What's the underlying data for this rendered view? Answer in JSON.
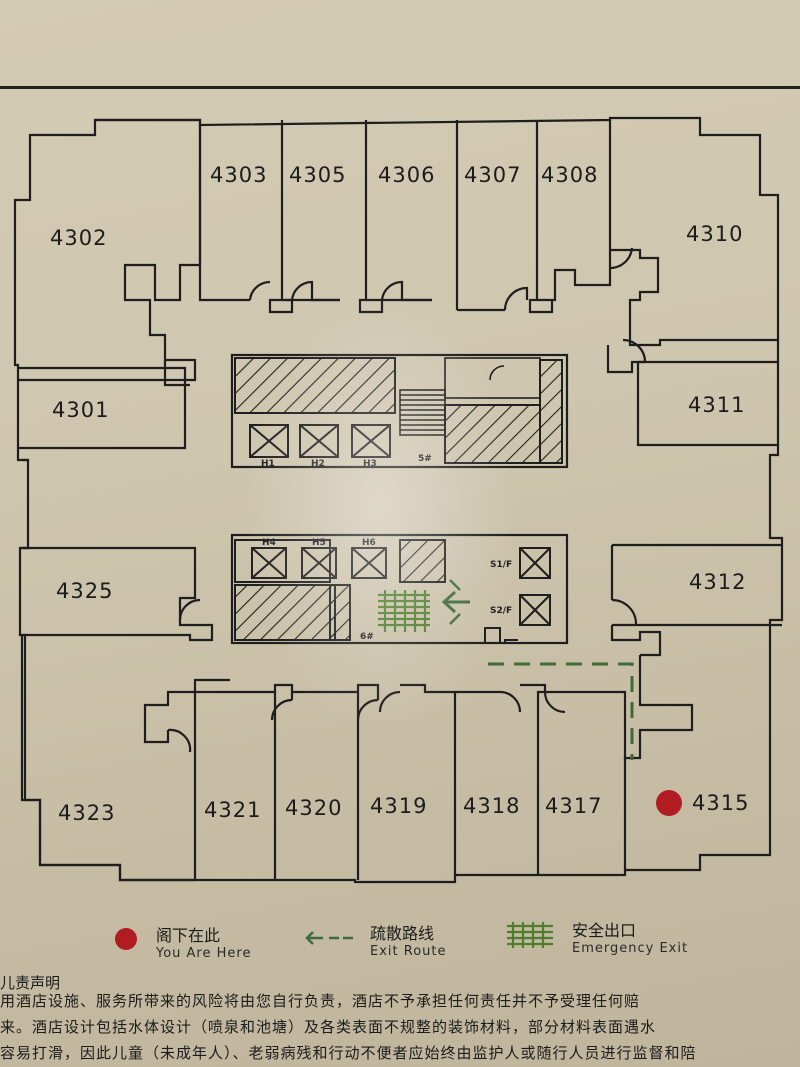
{
  "rooms": {
    "r4301": "4301",
    "r4302": "4302",
    "r4303": "4303",
    "r4305": "4305",
    "r4306": "4306",
    "r4307": "4307",
    "r4308": "4308",
    "r4310": "4310",
    "r4311": "4311",
    "r4312": "4312",
    "r4315": "4315",
    "r4317": "4317",
    "r4318": "4318",
    "r4319": "4319",
    "r4320": "4320",
    "r4321": "4321",
    "r4323": "4323",
    "r4325": "4325"
  },
  "core_labels": {
    "h1": "H1",
    "h2": "H2",
    "h3": "H3",
    "h4": "H4",
    "h5": "H5",
    "h6": "H6",
    "stair5": "5#",
    "stair6": "6#",
    "s1": "S1/F",
    "s2": "S2/F"
  },
  "legend": {
    "you_are_here_cn": "阁下在此",
    "you_are_here_en": "You Are  Here",
    "exit_route_cn": "疏散路线",
    "exit_route_en": "Exit Route",
    "emergency_exit_cn": "安全出口",
    "emergency_exit_en": "Emergency Exit"
  },
  "disclaimer": {
    "title": "儿责声明",
    "line1": "用酒店设施、服务所带来的风险将由您自行负责，酒店不予承担任何责任并不予受理任何赔",
    "line2": "来。酒店设计包括水体设计（喷泉和池塘）及各类表面不规整的装饰材料，部分材料表面遇水",
    "line3": "容易打滑，因此儿童（未成年人）、老弱病残和行动不便者应始终由监护人或随行人员进行监督和陪"
  },
  "colors": {
    "line": "#1e1e1e",
    "you_are_here": "#b01c22",
    "exit_route": "#3f6b3a",
    "emergency_exit": "#4e7d2c"
  }
}
